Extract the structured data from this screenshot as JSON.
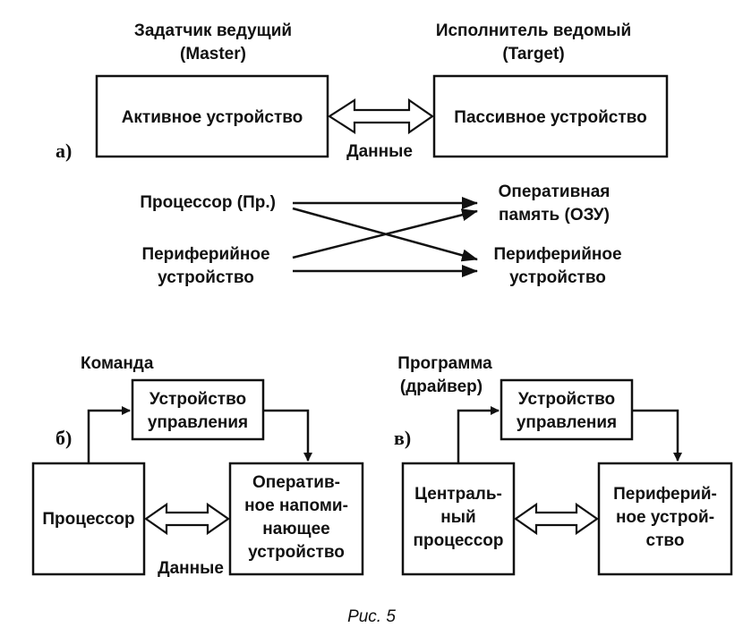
{
  "section_a": {
    "marker": "а)",
    "master_title_1": "Задатчик ведущий",
    "master_title_2": "(Master)",
    "target_title_1": "Исполнитель ведомый",
    "target_title_2": "(Target)",
    "active_device": "Активное устройство",
    "passive_device": "Пассивное устройство",
    "data_label": "Данные",
    "processor": "Процессор (Пр.)",
    "peripheral_left_1": "Периферийное",
    "peripheral_left_2": "устройство",
    "ram_1": "Оперативная",
    "ram_2": "память (ОЗУ)",
    "peripheral_right_1": "Периферийное",
    "peripheral_right_2": "устройство"
  },
  "section_b": {
    "marker": "б)",
    "command_label": "Команда",
    "control_unit_1": "Устройство",
    "control_unit_2": "управления",
    "processor": "Процессор",
    "memory_1": "Оператив-",
    "memory_2": "ное напоми-",
    "memory_3": "нающее",
    "memory_4": "устройство",
    "data_label": "Данные"
  },
  "section_c": {
    "marker": "в)",
    "program_label_1": "Программа",
    "program_label_2": "(драйвер)",
    "control_unit_1": "Устройство",
    "control_unit_2": "управления",
    "cpu_1": "Централь-",
    "cpu_2": "ный",
    "cpu_3": "процессор",
    "peripheral_1": "Периферий-",
    "peripheral_2": "ное устрой-",
    "peripheral_3": "ство"
  },
  "caption": "Рис. 5"
}
